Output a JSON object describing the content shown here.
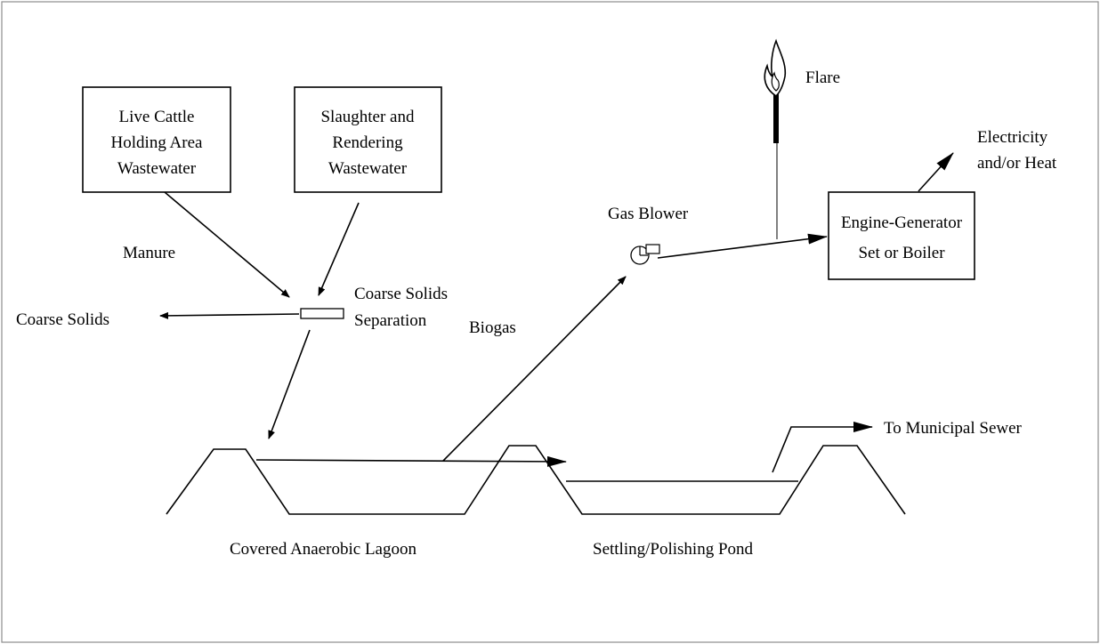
{
  "boxes": {
    "cattle": [
      "Live Cattle",
      "Holding Area",
      "Wastewater"
    ],
    "slaughter": [
      "Slaughter and",
      "Rendering",
      "Wastewater"
    ],
    "engine": [
      "Engine-Generator",
      "Set or Boiler"
    ]
  },
  "labels": {
    "manure": "Manure",
    "coarse_solids": "Coarse Solids",
    "separation": [
      "Coarse Solids",
      "Separation"
    ],
    "biogas": "Biogas",
    "gas_blower": "Gas Blower",
    "flare": "Flare",
    "electricity": [
      "Electricity",
      "and/or Heat"
    ],
    "sewer": "To Municipal Sewer",
    "lagoon": "Covered Anaerobic Lagoon",
    "pond": "Settling/Polishing Pond"
  },
  "colors": {
    "line": "#000000",
    "background": "#ffffff",
    "frame": "#8c8c8c"
  },
  "icons": [
    "flame-icon",
    "gas-blower-icon",
    "separator-icon"
  ]
}
